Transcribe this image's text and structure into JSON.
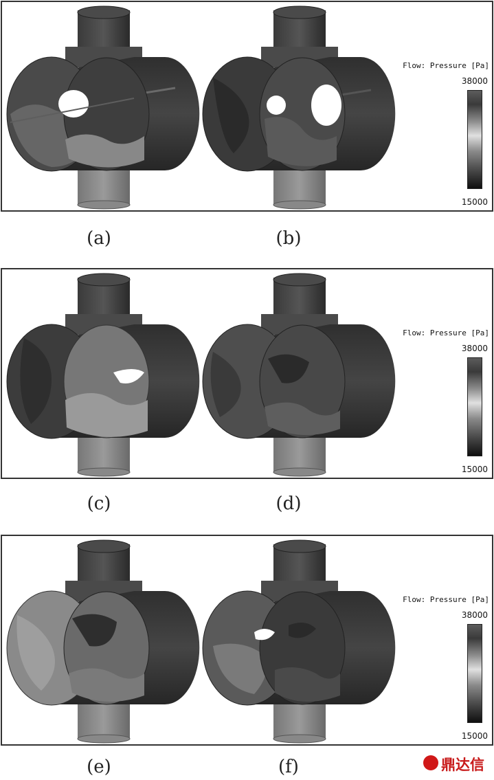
{
  "legend": {
    "title": "Flow: Pressure [Pa]",
    "max": "38000",
    "min": "15000",
    "colors": [
      "#5c5c5c",
      "#3a3a3a",
      "#8f8f8f",
      "#e0e0e0",
      "#8a8a8a",
      "#4d4d4d",
      "#0f0f0f"
    ]
  },
  "captions": {
    "a": "(a)",
    "b": "(b)",
    "c": "(c)",
    "d": "(d)",
    "e": "(e)",
    "f": "(f)"
  },
  "watermark": {
    "text": "鼎达信",
    "color": "#c81a1a"
  }
}
